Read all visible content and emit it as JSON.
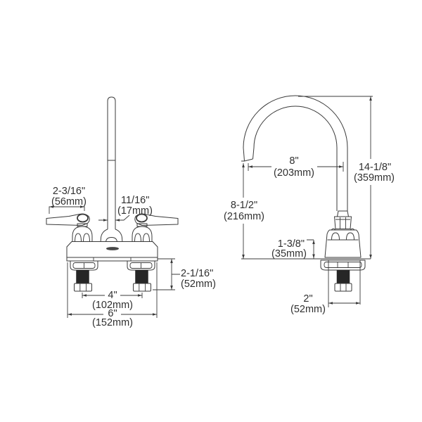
{
  "drawing": {
    "type": "faucet dimension drawing, front and side elevations",
    "views": {
      "front": {
        "handle_length": {
          "in": "2-3/16\"",
          "mm": "(56mm)"
        },
        "spout_diameter": {
          "in": "11/16\"",
          "mm": "(17mm)"
        },
        "below_deck_height": {
          "in": "2-1/16\"",
          "mm": "(52mm)"
        },
        "handle_spread": {
          "in": "4\"",
          "mm": "(102mm)"
        },
        "base_width": {
          "in": "6\"",
          "mm": "(152mm)"
        }
      },
      "side": {
        "spout_reach": {
          "in": "8\"",
          "mm": "(203mm)"
        },
        "overall_height": {
          "in": "14-1/8\"",
          "mm": "(359mm)"
        },
        "spout_height": {
          "in": "8-1/2\"",
          "mm": "(216mm)"
        },
        "base_height": {
          "in": "1-3/8\"",
          "mm": "(35mm)"
        },
        "base_depth": {
          "in": "2\"",
          "mm": "(52mm)"
        }
      }
    },
    "colors": {
      "line": "#3a3a3a",
      "text": "#303030",
      "shank_fill": "#262626",
      "background": "#ffffff"
    }
  }
}
